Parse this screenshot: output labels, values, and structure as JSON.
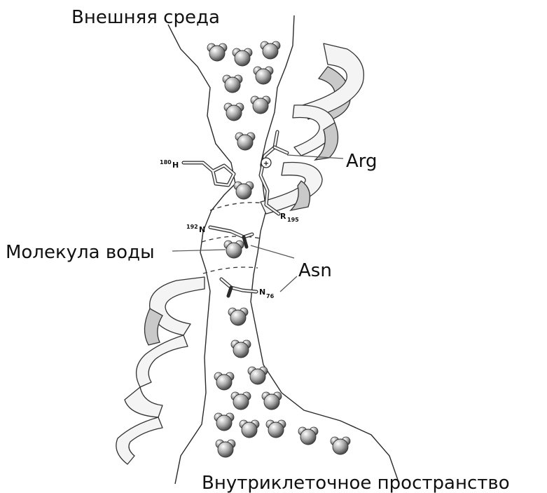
{
  "labels": {
    "outside": "Внешняя среда",
    "inside": "Внутриклеточное пространство",
    "water": "Молекула воды",
    "arg": "Arg",
    "asn": "Asn"
  },
  "residues": {
    "his": {
      "num": "180",
      "letter": "H"
    },
    "asn192": {
      "num": "192",
      "letter": "N"
    },
    "arg": {
      "letter": "R",
      "num": "195"
    },
    "asn76": {
      "letter": "N",
      "num": "76"
    }
  },
  "charge": "+",
  "colors": {
    "ink": "#111111",
    "ribbon": "#f4f4f4",
    "water": "#9a9a9a"
  },
  "icons": {
    "water": "water-molecule-icon"
  }
}
